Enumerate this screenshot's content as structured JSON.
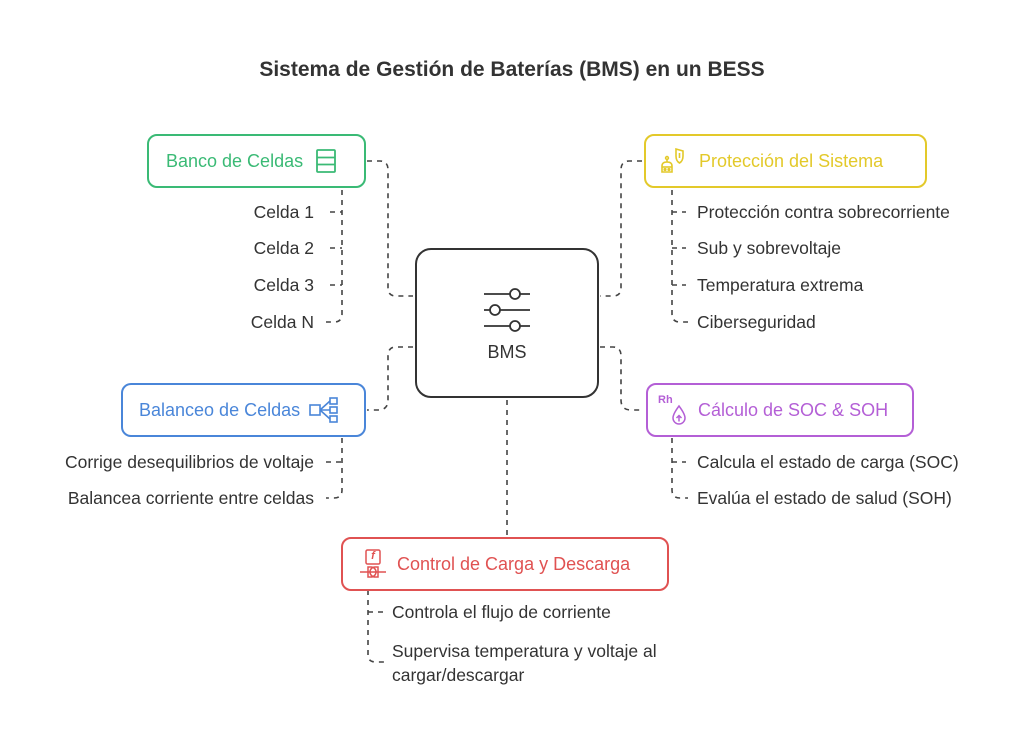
{
  "title": "Sistema de Gestión de Baterías (BMS) en un BESS",
  "center": {
    "label": "BMS",
    "icon": "sliders-icon"
  },
  "branches": {
    "cells": {
      "title": "Banco de Celdas",
      "color": "#3aba75",
      "icon": "cell-stack-icon",
      "items": [
        "Celda 1",
        "Celda 2",
        "Celda 3",
        "Celda N"
      ]
    },
    "protection": {
      "title": "Protección del Sistema",
      "color": "#e3c92a",
      "icon": "robot-shield-icon",
      "items": [
        "Protección contra sobrecorriente",
        "Sub y sobrevoltaje",
        "Temperatura extrema",
        "Ciberseguridad"
      ]
    },
    "balancing": {
      "title": "Balanceo de Celdas",
      "color": "#4a86d9",
      "icon": "distribution-icon",
      "items": [
        "Corrige desequilibrios de voltaje",
        "Balancea corriente entre celdas"
      ]
    },
    "soc": {
      "title": "Cálculo de SOC & SOH",
      "color": "#b45fd6",
      "icon": "rh-drop-icon",
      "icon_text": "Rh",
      "items": [
        "Calcula el estado de carga (SOC)",
        "Evalúa el estado de salud (SOH)"
      ]
    },
    "charge": {
      "title": "Control de Carga y Descarga",
      "color": "#e05252",
      "icon": "function-plug-icon",
      "icon_text": "f",
      "items": [
        "Controla el flujo de corriente",
        "Supervisa temperatura y voltaje al",
        "cargar/descargar"
      ]
    }
  }
}
